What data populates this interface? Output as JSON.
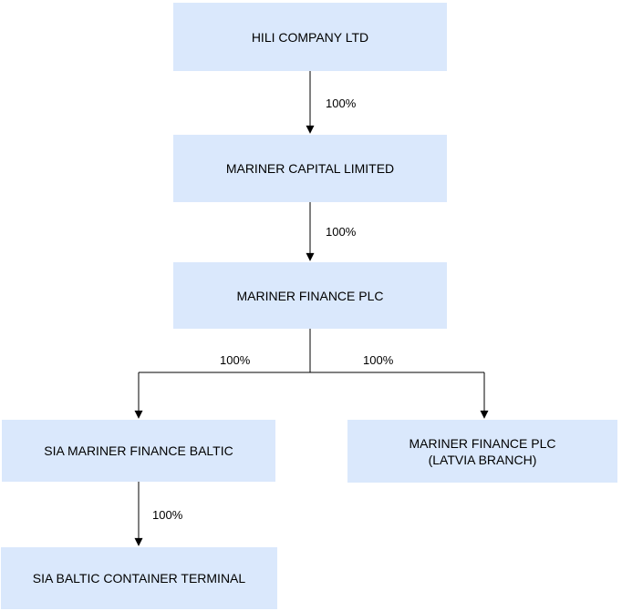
{
  "diagram": {
    "type": "org-structure",
    "colors": {
      "node_fill": "#dae8fc",
      "connector": "#000000",
      "background": "#ffffff",
      "text": "#000000"
    },
    "nodes": [
      {
        "id": "hili-company-ltd",
        "label": "HILI COMPANY LTD"
      },
      {
        "id": "mariner-capital-limited",
        "label": "MARINER CAPITAL LIMITED"
      },
      {
        "id": "mariner-finance-plc",
        "label": "MARINER FINANCE PLC"
      },
      {
        "id": "sia-mariner-finance-baltic",
        "label": "SIA MARINER FINANCE BALTIC"
      },
      {
        "id": "mariner-finance-plc-latvia-branch",
        "label_line1": "MARINER FINANCE PLC",
        "label_line2": "(LATVIA BRANCH)"
      },
      {
        "id": "sia-baltic-container-terminal",
        "label": "SIA BALTIC CONTAINER TERMINAL"
      }
    ],
    "edges": [
      {
        "from": "hili-company-ltd",
        "to": "mariner-capital-limited",
        "label": "100%"
      },
      {
        "from": "mariner-capital-limited",
        "to": "mariner-finance-plc",
        "label": "100%"
      },
      {
        "from": "mariner-finance-plc",
        "to": "sia-mariner-finance-baltic",
        "label": "100%"
      },
      {
        "from": "mariner-finance-plc",
        "to": "mariner-finance-plc-latvia-branch",
        "label": "100%"
      },
      {
        "from": "sia-mariner-finance-baltic",
        "to": "sia-baltic-container-terminal",
        "label": "100%"
      }
    ]
  }
}
